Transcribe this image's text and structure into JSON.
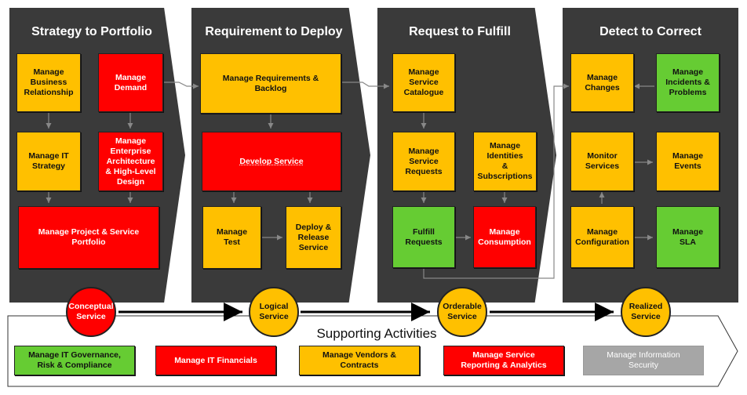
{
  "colors": {
    "stream_bg": "#3a3a3a",
    "yellow": "#ffc000",
    "red": "#ff0000",
    "green": "#66cc33",
    "grey": "#a6a6a6"
  },
  "streams": [
    {
      "title": "Strategy to Portfolio",
      "boxes": [
        {
          "text": "Manage\nBusiness\nRelationship",
          "color": "yellow"
        },
        {
          "text": "Manage\nDemand",
          "color": "red"
        },
        {
          "text": "Manage IT\nStrategy",
          "color": "yellow"
        },
        {
          "text": "Manage\nEnterprise\nArchitecture\n& High-Level\nDesign",
          "color": "red"
        },
        {
          "text": "Manage Project & Service\nPortfolio",
          "color": "red"
        }
      ],
      "milestone": {
        "text": "Conceptual\nService",
        "color": "red"
      }
    },
    {
      "title": "Requirement to Deploy",
      "boxes": [
        {
          "text": "Manage Requirements &\nBacklog",
          "color": "yellow"
        },
        {
          "text": "Develop Service",
          "color": "red"
        },
        {
          "text": "Manage\nTest",
          "color": "yellow"
        },
        {
          "text": "Deploy &\nRelease\nService",
          "color": "yellow"
        }
      ],
      "milestone": {
        "text": "Logical\nService",
        "color": "yellow"
      }
    },
    {
      "title": "Request to Fulfill",
      "boxes": [
        {
          "text": "Manage\nService\nCatalogue",
          "color": "yellow"
        },
        {
          "text": "Manage\nService\nRequests",
          "color": "yellow"
        },
        {
          "text": "Manage\nIdentities\n&\nSubscriptions",
          "color": "yellow"
        },
        {
          "text": "Fulfill\nRequests",
          "color": "green"
        },
        {
          "text": "Manage\nConsumption",
          "color": "red"
        }
      ],
      "milestone": {
        "text": "Orderable\nService",
        "color": "yellow"
      }
    },
    {
      "title": "Detect to Correct",
      "boxes": [
        {
          "text": "Manage\nChanges",
          "color": "yellow"
        },
        {
          "text": "Manage\nIncidents &\nProblems",
          "color": "green"
        },
        {
          "text": "Monitor\nServices",
          "color": "yellow"
        },
        {
          "text": "Manage\nEvents",
          "color": "yellow"
        },
        {
          "text": "Manage\nConfiguration",
          "color": "yellow"
        },
        {
          "text": "Manage\nSLA",
          "color": "green"
        }
      ],
      "milestone": {
        "text": "Realized\nService",
        "color": "yellow"
      }
    }
  ],
  "supporting": {
    "title": "Supporting Activities",
    "items": [
      {
        "text": "Manage IT Governance,\nRisk & Compliance",
        "color": "green"
      },
      {
        "text": "Manage IT Financials",
        "color": "red"
      },
      {
        "text": "Manage Vendors &\nContracts",
        "color": "yellow"
      },
      {
        "text": "Manage Service\nReporting & Analytics",
        "color": "red"
      },
      {
        "text": "Manage Information\nSecurity",
        "color": "grey"
      }
    ]
  }
}
